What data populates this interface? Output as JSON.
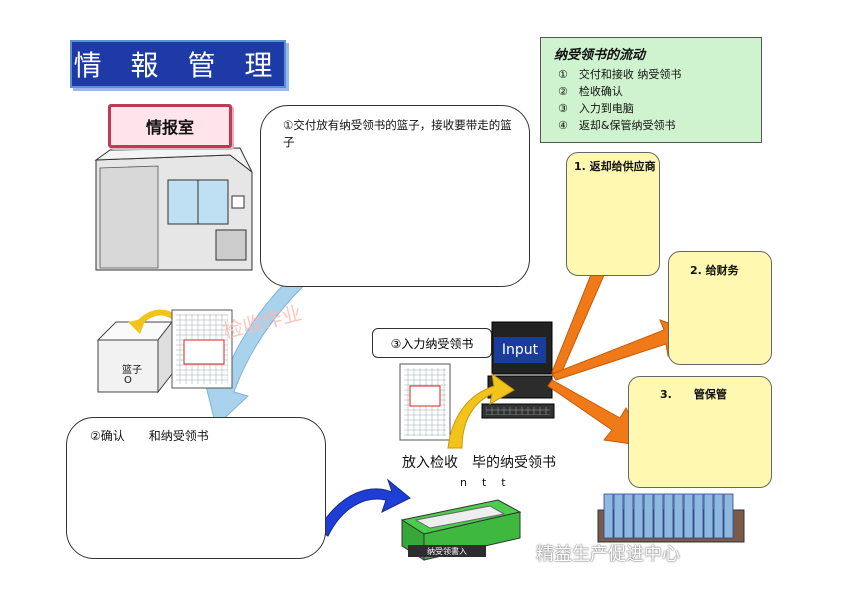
{
  "title": "情 報 管 理",
  "room_label": "情报室",
  "step1": {
    "text": "①交付放有纳受领书的篮子，接收要带走的篮子"
  },
  "step2": {
    "text": "②确认　　和纳受领书"
  },
  "step3": {
    "label": "③入力纳受领书"
  },
  "input_label": "Input",
  "place_text": "放入检收　毕的纳受领书",
  "ntt_text": "n　t　t",
  "basket_box": {
    "line1": "篮子",
    "line2": "O"
  },
  "tray_label": "纳受领書入",
  "stamp_text": "检收作业",
  "flow": {
    "title": "纳受领书的流动",
    "items": [
      "①　交付和接收 纳受领书",
      "②　检收确认",
      "③　入力到电脑",
      "④　返却&保管纳受领书"
    ]
  },
  "outputs": [
    {
      "label": "1. 返却给供应商"
    },
    {
      "label": "2. 给财务"
    },
    {
      "label": "3.　　管保管"
    }
  ],
  "watermark": "精益生产促进中心",
  "colors": {
    "banner": "#1e3aa6",
    "arrow_orange": "#f07a18",
    "arrow_blue": "#1e3fd6",
    "arrow_light_blue": "#a9d2ec",
    "arrow_yellow": "#f2c31a",
    "note_green": "#cff3cf",
    "doc_frame": "#fff8b0"
  }
}
